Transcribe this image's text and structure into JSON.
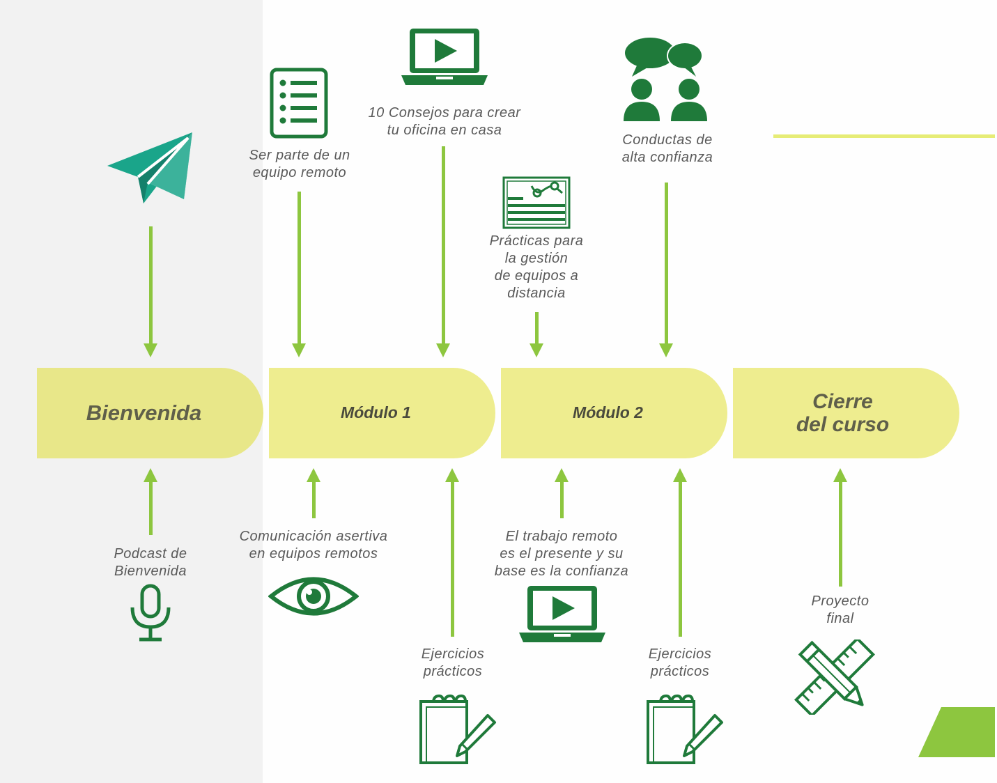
{
  "stages": [
    {
      "id": "bienvenida",
      "label": "Bienvenida"
    },
    {
      "id": "modulo-1",
      "label": "Módulo 1"
    },
    {
      "id": "modulo-2",
      "label": "Módulo 2"
    },
    {
      "id": "cierre",
      "label": "Cierre\ndel curso"
    }
  ],
  "resources_top": [
    {
      "label": "",
      "icon": "paper-plane-icon"
    },
    {
      "label": "Ser parte de un\nequipo remoto",
      "icon": "document-list-icon"
    },
    {
      "label": "10 Consejos para crear\ntu oficina en casa",
      "icon": "laptop-video-icon"
    },
    {
      "label": "Prácticas para\nla gestión\nde equipos a\ndistancia",
      "icon": "article-icon"
    },
    {
      "label": "Conductas de\nalta confianza",
      "icon": "people-talking-icon"
    }
  ],
  "resources_bottom": [
    {
      "label": "Podcast de\nBienvenida",
      "icon": "microphone-icon"
    },
    {
      "label": "Comunicación asertiva\nen equipos remotos",
      "icon": "eye-icon"
    },
    {
      "label": "Ejercicios\nprácticos",
      "icon": "notepad-icon"
    },
    {
      "label": "El trabajo remoto\nes el presente y su\nbase es la confianza",
      "icon": "laptop-video-icon"
    },
    {
      "label": "Ejercicios\nprácticos",
      "icon": "notepad-icon"
    },
    {
      "label": "Proyecto\nfinal",
      "icon": "ruler-pencil-icon"
    }
  ],
  "colors": {
    "arrow": "#8dc63f",
    "icon_green": "#1f7a3a",
    "teal": "#1aa58a",
    "stage_fill": "#eeed8f",
    "stage_fill_first": "#e8e789",
    "side_panel": "#f2f2f2",
    "text": "#595959"
  }
}
